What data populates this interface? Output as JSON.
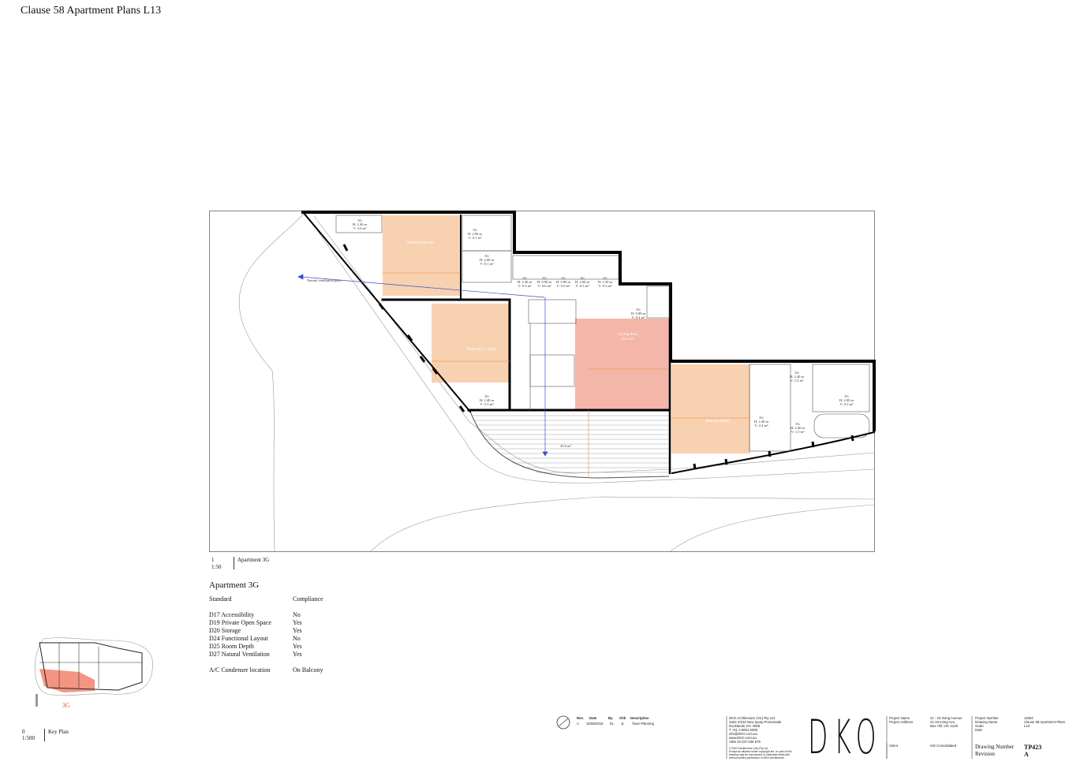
{
  "page": {
    "title": "Clause 58 Apartment Plans L13"
  },
  "plan": {
    "view_number": "1",
    "view_scale": "1:50",
    "view_title": "Apartment 3G",
    "rooms": [
      {
        "name": "Master Bedroom"
      },
      {
        "name": "Bedroom 2 / Study"
      },
      {
        "name": "Living Area",
        "area": "32.2 m²"
      },
      {
        "name": "Main Bedroom"
      }
    ],
    "balcony_area": "25.6 m²",
    "ventilation_note": "Natural ventilation path",
    "storage_tags": [
      {
        "tag": "3G",
        "h": "H: 2.40 m",
        "v": "V: 3.6 m³"
      },
      {
        "tag": "3G",
        "h": "H: 2.00 m",
        "v": "V: 0.1 m³"
      },
      {
        "tag": "3G",
        "h": "H: 2.00 m",
        "v": "V: 0.1 m³"
      },
      {
        "tag": "3G",
        "h": "H: 2.40 m",
        "v": "V: 0.3 m³"
      },
      {
        "tag": "3G",
        "h": "H: 0.90 m",
        "v": "V: 0.6 m³"
      },
      {
        "tag": "3G",
        "h": "H: 0.90 m",
        "v": "V: 0.6 m³"
      },
      {
        "tag": "3G",
        "h": "H: 2.00 m",
        "v": "V: 0.3 m³"
      },
      {
        "tag": "3G",
        "h": "H: 2.30 m",
        "v": "V: 0.3 m³"
      },
      {
        "tag": "3G",
        "h": "H: 0.80 m",
        "v": "V: 0.4 m³"
      },
      {
        "tag": "3G",
        "h": "H: 2.40 m",
        "v": "V: 2.5 m³"
      },
      {
        "tag": "3G",
        "h": "H: 2.40 m",
        "v": "V: 1.4 m³"
      },
      {
        "tag": "3G",
        "h": "H: 2.00 m",
        "v": "V: 0.2 m³"
      },
      {
        "tag": "3G",
        "h": "H: 2.40 m",
        "v": "V: 2.4 m³"
      },
      {
        "tag": "3G",
        "h": "H: 2.40 m",
        "v": "V: 1.5 m³"
      }
    ]
  },
  "apartment": {
    "heading": "Apartment 3G",
    "col_standard": "Standard",
    "col_compliance": "Compliance",
    "rows": [
      {
        "standard": "D17 Accessibility",
        "compliance": "No"
      },
      {
        "standard": "D19 Private Open Space",
        "compliance": "Yes"
      },
      {
        "standard": "D20 Storage",
        "compliance": "Yes"
      },
      {
        "standard": "D24 Functional Layout",
        "compliance": "No"
      },
      {
        "standard": "D25 Room Depth",
        "compliance": "Yes"
      },
      {
        "standard": "D27 Natural Ventilation",
        "compliance": "Yes"
      }
    ],
    "ac_label": "A/C Condenser location",
    "ac_value": "On Balcony"
  },
  "key_plan": {
    "label": "3G",
    "number": "0",
    "scale": "1:500",
    "title": "Key Plan"
  },
  "title_block": {
    "rev_headers": [
      "Rev.",
      "Date",
      "By",
      "Chk",
      "Description"
    ],
    "rev_row": [
      "A",
      "15/06/2018",
      "EL",
      "JL",
      "Town Planning"
    ],
    "firm_lines": [
      "DKO Architecture (Vic) Pty Ltd",
      "Suite 2/102 New Quay Promenade",
      "Docklands VIC 3008",
      "T +61 3 8601 6000",
      "info@DKO.com.au",
      "www.DKO.com.au",
      "ABN 19 437 636 576"
    ],
    "copyright_lines": [
      "© DKO Architecture (Vic) Pty Ltd",
      "Except as allowed under copyright act, no part of this",
      "drawing may be reproduced or otherwise dealt with",
      "without written permission of DKO Architecture."
    ],
    "logo": "DKO",
    "project_labels": [
      "Project Name",
      "Project Address"
    ],
    "project_values": [
      "21 - 23 Irving Avenue",
      "21-23 Irving Ave,",
      "Box Hill, VIC 3128"
    ],
    "client_label": "Client",
    "client_value": "KIS Consolidated",
    "meta_labels": [
      "Project Number",
      "Drawing Name",
      "Scale",
      "Date"
    ],
    "meta_values": [
      "11564",
      "Clause 58 Apartment Plans",
      "L13"
    ],
    "drawing_number_label": "Drawing Number",
    "revision_label": "Revision",
    "drawing_number": "TP423",
    "revision": "A"
  },
  "colors": {
    "bedroom_fill": "#f7c9a3",
    "living_fill": "#f2a99a",
    "wall": "#000000",
    "vent_arrow": "#3a4fc8",
    "dim_orange": "#e8862e"
  }
}
